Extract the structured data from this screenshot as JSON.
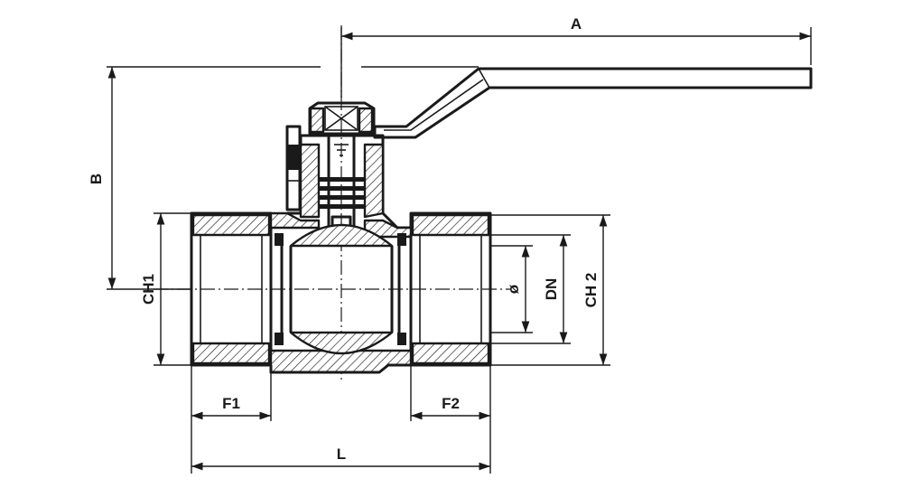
{
  "labels": {
    "dim_A": "A",
    "dim_B": "B",
    "dim_CH1": "CH1",
    "dim_CH2": "CH 2",
    "dim_DN": "DN",
    "dim_phi": "ø",
    "dim_F1": "F1",
    "dim_F2": "F2",
    "dim_L": "L"
  },
  "colors": {
    "ink": "#1a1a1a",
    "background": "#ffffff"
  }
}
